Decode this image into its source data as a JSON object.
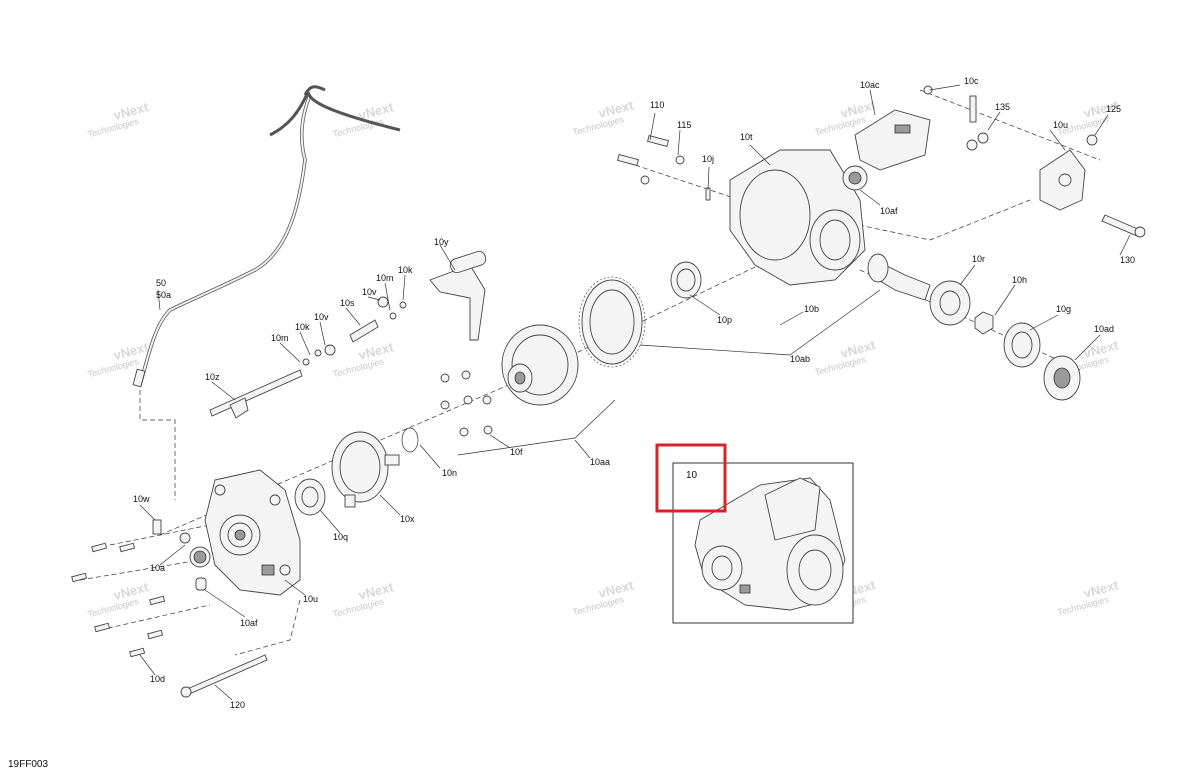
{
  "diagram_ref": "19FF003",
  "highlight": {
    "label": "10",
    "color": "#d6232a"
  },
  "watermark": {
    "line1": "vNext",
    "line2": "Technologies"
  },
  "callouts": {
    "c110": "110",
    "c115": "115",
    "c10j": "10j",
    "c10t": "10t",
    "c10ac": "10ac",
    "c10c": "10c",
    "c135": "135",
    "c10u_top": "10u",
    "c125": "125",
    "c10af_top": "10af",
    "c130": "130",
    "c10r": "10r",
    "c10h": "10h",
    "c10g": "10g",
    "c10ad": "10ad",
    "c10b": "10b",
    "c10p": "10p",
    "c10ab": "10ab",
    "c10y": "10y",
    "c10k_top": "10k",
    "c10m_top": "10m",
    "c10v_top": "10v",
    "c10s": "10s",
    "c10v": "10v",
    "c10k": "10k",
    "c10m": "10m",
    "c50": "50",
    "c50a": "50a",
    "c10z": "10z",
    "c10n": "10n",
    "c10f": "10f",
    "c10aa": "10aa",
    "c10w": "10w",
    "c10x": "10x",
    "c10q": "10q",
    "c10a": "10a",
    "c10u": "10u",
    "c10af": "10af",
    "c10d": "10d",
    "c120": "120"
  }
}
